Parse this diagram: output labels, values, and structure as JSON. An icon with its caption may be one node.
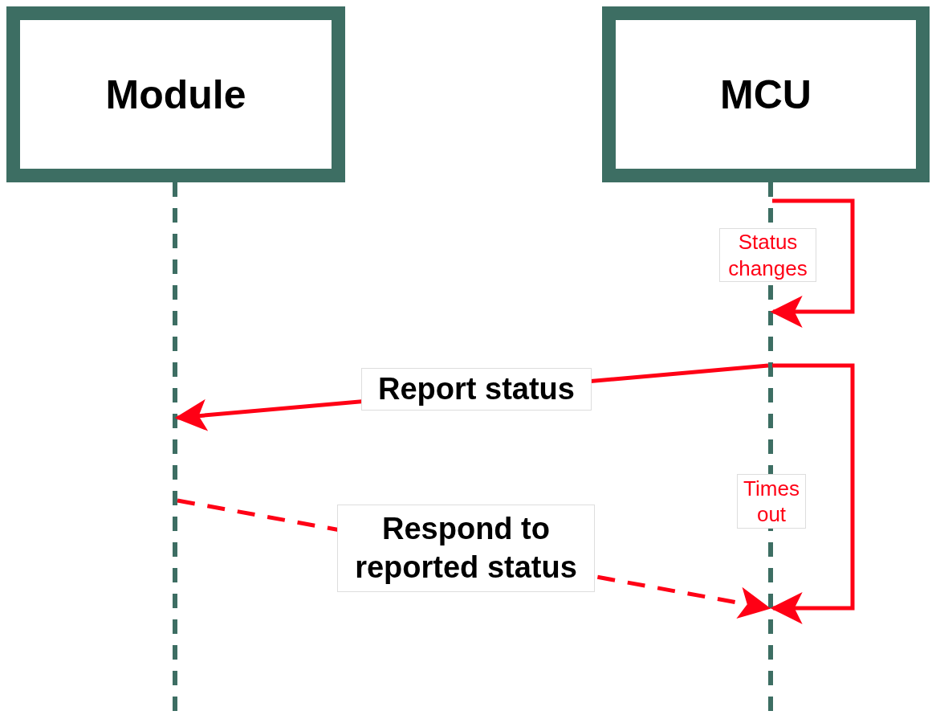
{
  "diagram": {
    "nodes": [
      {
        "text": [
          "Module"
        ]
      },
      {
        "text": [
          "MCU"
        ]
      }
    ],
    "edges": [
      {
        "from": 1,
        "to": 1,
        "arrow": "to",
        "label": "Status changes"
      },
      {
        "from": 1,
        "to": 0,
        "arrow": "to",
        "label": "Report status"
      },
      {
        "from": 0,
        "to": 1,
        "arrow": "to",
        "label": "Respond to reported status",
        "style": "dashed"
      },
      {
        "from": 1,
        "to": 1,
        "arrow": "to",
        "label": "Times out"
      }
    ]
  }
}
